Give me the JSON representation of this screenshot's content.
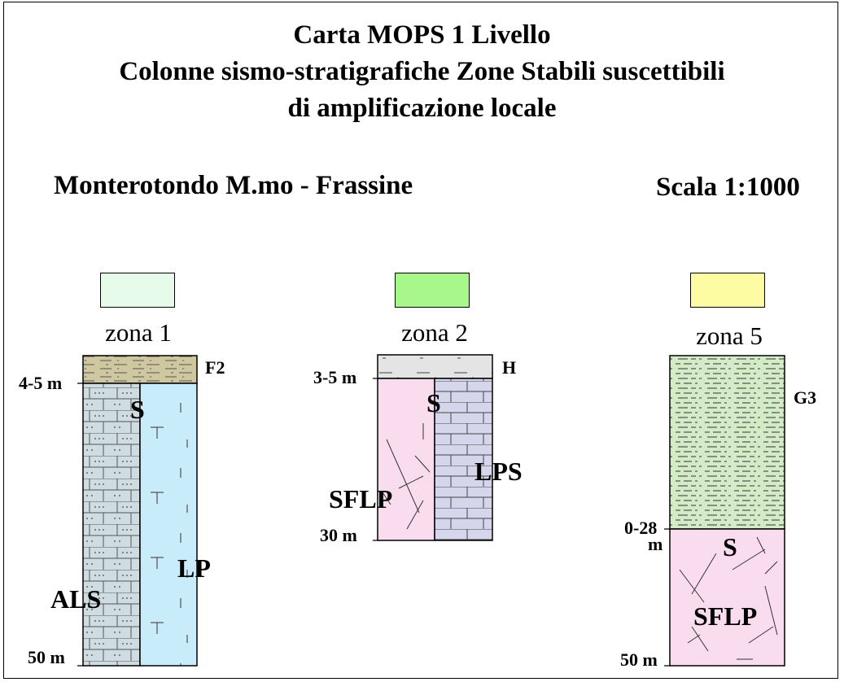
{
  "title": {
    "line1": "Carta MOPS 1 Livello",
    "line2": "Colonne sismo-stratigrafiche Zone Stabili suscettibili",
    "line3": "di amplificazione locale"
  },
  "location": "Monterotondo M.mo - Frassine",
  "scale": "Scala 1:1000",
  "colors": {
    "zona1": "#e6fbe9",
    "zona2": "#a8f78a",
    "zona5": "#fdfca3",
    "F2": "#cfc7a0",
    "ALS": "#cfdde3",
    "LP": "#c8ecfa",
    "H": "#e4e4e4",
    "SFLP": "#fadcef",
    "LPS": "#d5d6ec",
    "G3": "#d4ebc8"
  },
  "zones": [
    {
      "name": "zona 1",
      "top_depth": "4-5 m",
      "bottom_depth": "50 m",
      "top_layer": "F2",
      "contact": "S",
      "left_unit": "ALS",
      "right_unit": "LP"
    },
    {
      "name": "zona 2",
      "top_depth": "3-5 m",
      "bottom_depth": "30 m",
      "top_layer": "H",
      "contact": "S",
      "left_unit": "SFLP",
      "right_unit": "LPS"
    },
    {
      "name": "zona 5",
      "top_depth_line1": "0-28",
      "top_depth_line2": "m",
      "bottom_depth": "50 m",
      "top_layer": "G3",
      "contact": "S",
      "lower_unit": "SFLP"
    }
  ]
}
